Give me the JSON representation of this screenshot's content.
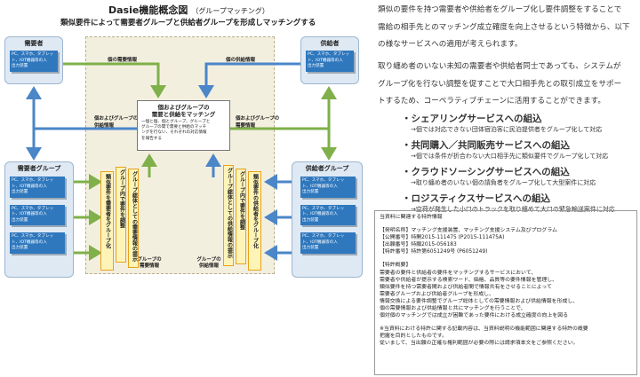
{
  "diagram": {
    "title": "Dasie機能概念図",
    "title_sub": "（グループマッチング）",
    "subtitle": "類似要件によって需要者グループと供給者グループを形成しマッチングする",
    "demander_top": {
      "label": "需要者",
      "device": [
        "PC、スマホ、タブレッ",
        "ト、IOT機器等の入",
        "出力装置"
      ]
    },
    "supplier_top": {
      "label": "供給者",
      "device": [
        "PC、スマホ、タブレッ",
        "ト、IOT機器等の入",
        "出力装置"
      ]
    },
    "demander_group": {
      "label": "需要者グループ",
      "device": [
        "PC、スマホ、タブレッ",
        "ト、IOT機器等の入",
        "出力装置"
      ]
    },
    "supplier_group": {
      "label": "供給者グループ",
      "device": [
        "PC、スマホ、タブレッ",
        "ト、IOT機器等の入",
        "出力装置"
      ]
    },
    "flows": {
      "individual_demand": "個の需要情報",
      "individual_supply": "個の供給情報",
      "group_supply_left": [
        "個およびグループの",
        "供給情報"
      ],
      "group_demand_right": [
        "個およびグループの",
        "需要情報"
      ],
      "group_demand": "グループの需要情報",
      "group_supply": "グループの供給情報"
    },
    "center_box": {
      "title": [
        "個およびグループの",
        "需要と供給をマッチング"
      ],
      "desc": [
        "一個と個、個とグループ、グループと",
        "グループの間で需要と供給のマッチ",
        "ングを行ない、それぞれの対応情報",
        "を報告する"
      ]
    },
    "bars": {
      "demand_1": "類似要件を需要者をグループ化",
      "demand_2": "グループ内で要件を調整",
      "demand_3": "グループ総体としての需要情報の提示",
      "supply_1": "グループ総体としての供給情報の提示",
      "supply_2": "グループ内で要件を調整",
      "supply_3": "類似要件の供給者をグループ化"
    }
  },
  "right_text": {
    "paragraph1": [
      "類似の要件を持つ需要者や供給者をグループ化し要件調整をすることで",
      "需給の相手先とのマッチング成立確度を向上させるという特徴から、以下",
      "の様なサービスへの適用が考えられます。"
    ],
    "paragraph2": [
      "取り纏め者のいない未知の需要者や供給者同士であっても、システムが",
      "グループ化を行ない調整を促すことで大口相手先との取引成立をサポー",
      "トするため、コーペラティブチェーンに活用することができます。"
    ],
    "services": [
      {
        "title": "・シェアリングサービスへの組込",
        "desc": "→個では対応できない団体宿泊客に民泊提供者をグループ化して対応"
      },
      {
        "title": "・共同購入／共同販売サービスへの組込",
        "desc": "→個では条件が折合わない大口相手先に類似要件でグループ化して対応"
      },
      {
        "title": "・クラウドソーシングサービスへの組込",
        "desc": "→取り纏め者のいない個の請負者をグループ化して大型案件に対応"
      },
      {
        "title": "・ロジスティクスサービスへの組込",
        "desc": "→空荷が発生した小口のトラックを取り纏めて大口の緊急輸送案件に対応"
      }
    ]
  },
  "patent": {
    "heading": "当資料に関連する特許情報",
    "invention": "【発明名称】マッチング支援装置、マッチング支援システム及びプログラム",
    "publication": "【公開番号】特開2015-111475 (P2015-111475A)",
    "application": "【出願番号】特願2015-056183",
    "patent_no": "【特許番号】特許第6051249号 (P6051249)",
    "summary_heading": "【特許概要】",
    "summary": [
      "需要者の要件と供給者の要件をマッチングするサービスにおいて、",
      "需要者や供給者が提示する検索ワード、価格、品質等の要件情報を管理し、",
      "類似要件を持つ需要者間および供給者間で情報共有をさせることによって",
      "需要者グループおよび供給者グループを形成し、",
      "情報交換による要件調整でグループ総体としての需要情報および供給情報を形成し、",
      "個の需要情報および供給情報と共にマッチングを行うことで、",
      "個対個のマッチングでは成立が困難であった要件における成立確度の向上を図る"
    ],
    "note": [
      "※当資料における特許に関する記載内容は、当資料説明の機能範囲に関連する特許の概要",
      "把握を目的としたものです。",
      "従いまして、当出願の正確な権利範囲が必要の際には請求項本文をご参照ください。"
    ]
  }
}
